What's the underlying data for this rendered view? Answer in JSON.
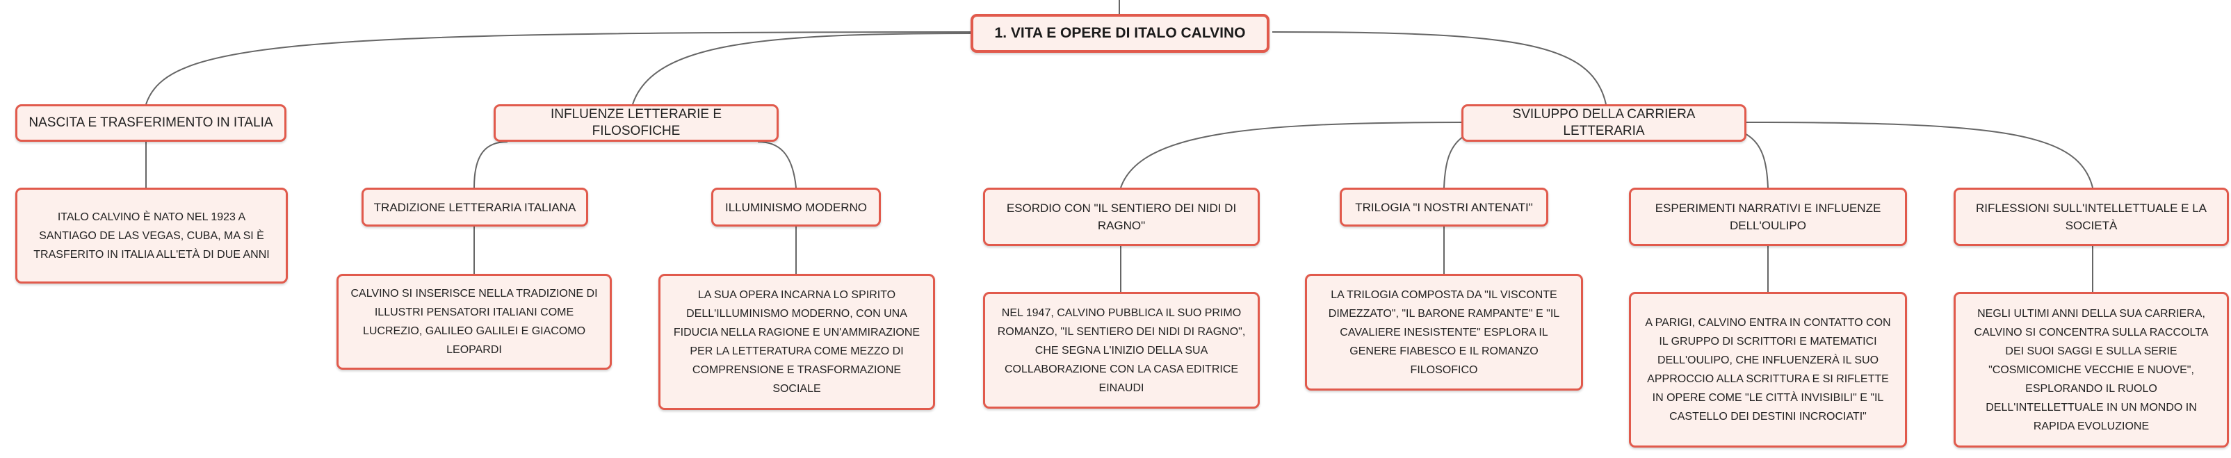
{
  "root": {
    "text": "1. VITA E OPERE DI ITALO CALVINO"
  },
  "branches": {
    "nascita": {
      "title": "NASCITA E TRASFERIMENTO IN ITALIA",
      "detail": "ITALO CALVINO È NATO NEL 1923 A SANTIAGO DE LAS VEGAS, CUBA, MA SI È TRASFERITO IN ITALIA ALL'ETÀ DI DUE ANNI"
    },
    "influenze": {
      "title": "INFLUENZE LETTERARIE E FILOSOFICHE",
      "tradizione": {
        "title": "TRADIZIONE LETTERARIA ITALIANA",
        "detail": "CALVINO SI INSERISCE NELLA TRADIZIONE DI ILLUSTRI PENSATORI ITALIANI COME LUCREZIO, GALILEO GALILEI E GIACOMO LEOPARDI"
      },
      "illuminismo": {
        "title": "ILLUMINISMO MODERNO",
        "detail": "LA SUA OPERA INCARNA LO SPIRITO DELL'ILLUMINISMO MODERNO, CON UNA FIDUCIA NELLA RAGIONE E UN'AMMIRAZIONE PER LA LETTERATURA COME MEZZO DI COMPRENSIONE E TRASFORMAZIONE SOCIALE"
      }
    },
    "sviluppo": {
      "title": "SVILUPPO DELLA CARRIERA LETTERARIA",
      "esordio": {
        "title": "ESORDIO CON \"IL SENTIERO DEI NIDI DI RAGNO\"",
        "detail": "NEL 1947, CALVINO PUBBLICA IL SUO PRIMO ROMANZO, \"IL SENTIERO DEI NIDI DI RAGNO\", CHE SEGNA L'INIZIO DELLA SUA COLLABORAZIONE CON LA CASA EDITRICE EINAUDI"
      },
      "trilogia": {
        "title": "TRILOGIA \"I NOSTRI ANTENATI\"",
        "detail": "LA TRILOGIA COMPOSTA DA \"IL VISCONTE DIMEZZATO\", \"IL BARONE RAMPANTE\" E \"IL CAVALIERE INESISTENTE\" ESPLORA IL GENERE FIABESCO E IL ROMANZO FILOSOFICO"
      },
      "esperimenti": {
        "title": "ESPERIMENTI NARRATIVI E INFLUENZE DELL'OULIPO",
        "detail": "A PARIGI, CALVINO ENTRA IN CONTATTO CON IL GRUPPO DI SCRITTORI E MATEMATICI DELL'OULIPO, CHE INFLUENZERÀ IL SUO APPROCCIO ALLA SCRITTURA E SI RIFLETTE IN OPERE COME \"LE CITTÀ INVISIBILI\" E \"IL CASTELLO DEI DESTINI INCROCIATI\""
      },
      "riflessioni": {
        "title": "RIFLESSIONI SULL'INTELLETTUALE E LA SOCIETÀ",
        "detail": "NEGLI ULTIMI ANNI DELLA SUA CARRIERA, CALVINO SI CONCENTRA SULLA RACCOLTA DEI SUOI SAGGI E SULLA SERIE \"COSMICOMICHE VECCHIE E NUOVE\", ESPLORANDO IL RUOLO DELL'INTELLETTUALE IN UN MONDO IN RAPIDA EVOLUZIONE"
      }
    }
  },
  "colors": {
    "node_border": "#e15a4c",
    "node_fill": "#fdf0ec",
    "connector": "#666666",
    "text": "#222222"
  }
}
